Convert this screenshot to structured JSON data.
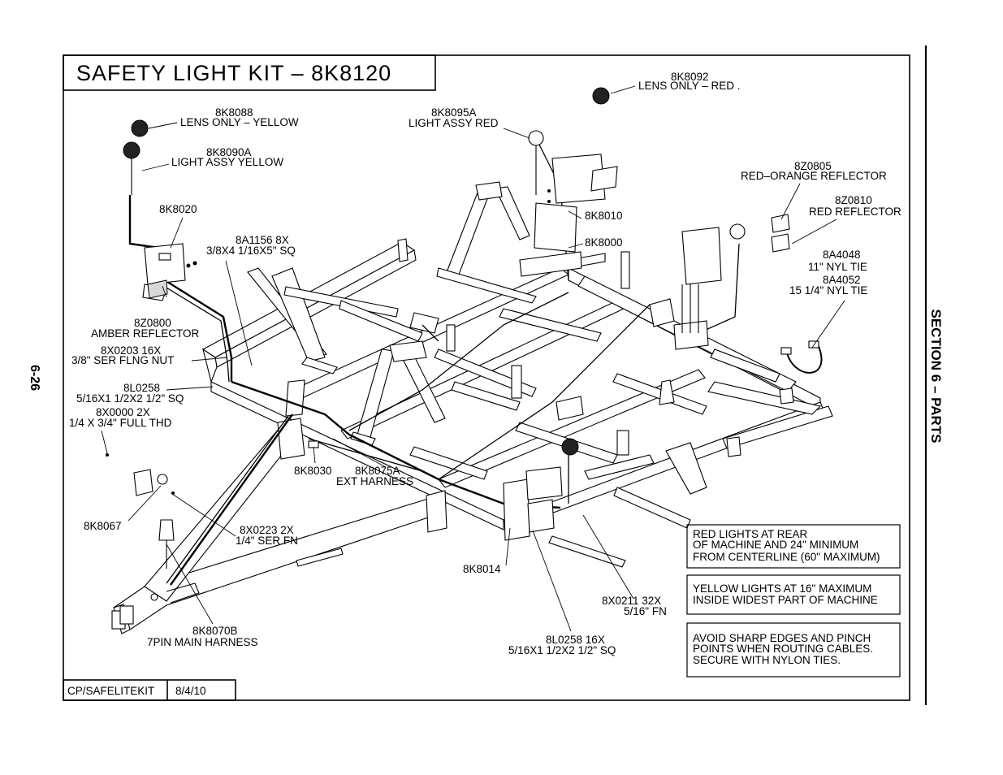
{
  "page_number": "6-26",
  "section_label": "SECTION 6 – PARTS",
  "title": "SAFETY LIGHT KIT  –  8K8120",
  "footer": {
    "drawing_id": "CP/SAFELITEKIT",
    "date": "8/4/10"
  },
  "callouts": {
    "lens_red_num": "8K8092",
    "lens_red_desc": "LENS ONLY  –  RED .",
    "lens_yellow_num": "8K8088",
    "lens_yellow_desc": "LENS ONLY  –  YELLOW",
    "light_yellow_num": "8K8090A",
    "light_yellow_desc": "LIGHT ASSY YELLOW",
    "light_red_num": "8K8095A",
    "light_red_desc": "LIGHT ASSY RED",
    "bracket_8020": "8K8020",
    "bolt_8a1156_num": "8A1156  8X",
    "bolt_8a1156_desc": "3/8X4  1/16X5\"  SQ",
    "reflector_amber_num": "8Z0800",
    "reflector_amber_desc": "AMBER REFLECTOR",
    "nut_8x0203_num": "8X0203  16X",
    "nut_8x0203_desc": "3/8\"  SER  FLNG  NUT",
    "bolt_8l0258_num": "8L0258",
    "bolt_8l0258_desc": "5/16X1  1/2X2  1/2\"  SQ",
    "screw_8x0000_num": "8X0000  2X",
    "screw_8x0000_desc": "1/4  X  3/4\"  FULL  THD",
    "part_8k8010": "8K8010",
    "part_8k8000": "8K8000",
    "reflector_ro_num": "8Z0805",
    "reflector_ro_desc": "RED–ORANGE  REFLECTOR",
    "reflector_red_num": "8Z0810",
    "reflector_red_desc": "RED  REFLECTOR",
    "tie_11_num": "8A4048",
    "tie_11_desc": "11\"  NYL  TIE",
    "tie_15_num": "8A4052",
    "tie_15_desc": "15  1/4\"  NYL  TIE",
    "part_8k8030": "8K8030",
    "harness_ext_num": "8K8075A",
    "harness_ext_desc": "EXT  HARNESS",
    "part_8k8067": "8K8067",
    "nut_8x0223_num": "8X0223  2X",
    "nut_8x0223_desc": "1/4\"  SER  FN",
    "harness_main_num": "8K8070B",
    "harness_main_desc": "7PIN  MAIN  HARNESS",
    "part_8k8014": "8K8014",
    "nut_8x0211_num": "8X0211  32X",
    "nut_8x0211_desc": "5/16\"  FN",
    "bolt_8l0258b_num": "8L0258  16X",
    "bolt_8l0258b_desc": "5/16X1  1/2X2  1/2\"  SQ"
  },
  "notes": [
    [
      "RED  LIGHTS  AT  REAR",
      "OF  MACHINE  AND  24\"  MINIMUM",
      "FROM  CENTERLINE  (60\"  MAXIMUM)"
    ],
    [
      "YELLOW  LIGHTS  AT  16\"  MAXIMUM",
      "INSIDE  WIDEST  PART  OF  MACHINE"
    ],
    [
      "AVOID  SHARP  EDGES  AND  PINCH",
      "POINTS  WHEN  ROUTING  CABLES.",
      "SECURE  WITH  NYLON  TIES."
    ]
  ]
}
